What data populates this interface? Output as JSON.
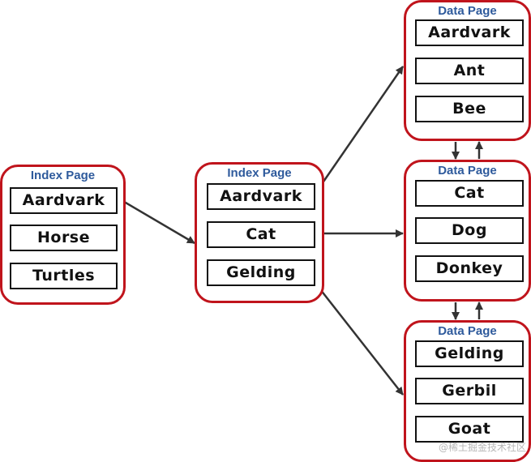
{
  "index_page_root": {
    "title": "Index Page",
    "entries": [
      "Aardvark",
      "Horse",
      "Turtles"
    ]
  },
  "index_page_mid": {
    "title": "Index Page",
    "entries": [
      "Aardvark",
      "Cat",
      "Gelding"
    ]
  },
  "data_page_1": {
    "title": "Data Page",
    "entries": [
      "Aardvark",
      "Ant",
      "Bee"
    ]
  },
  "data_page_2": {
    "title": "Data Page",
    "entries": [
      "Cat",
      "Dog",
      "Donkey"
    ]
  },
  "data_page_3": {
    "title": "Data Page",
    "entries": [
      "Gelding",
      "Gerbil",
      "Goat"
    ]
  },
  "watermark": "@稀土掘金技术社区",
  "colors": {
    "box_border": "#c0141c",
    "title_text": "#2e5a9c",
    "arrow": "#333333"
  }
}
